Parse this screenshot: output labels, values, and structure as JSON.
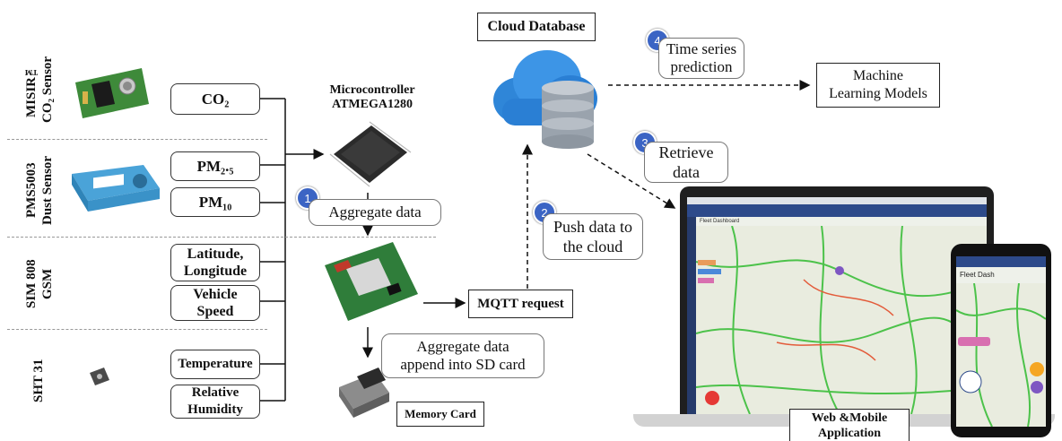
{
  "sensors": {
    "co2": {
      "name_line1": "MISIR™",
      "name_line2": "CO₂ Sensor"
    },
    "dust": {
      "name_line1": "PMS5003",
      "name_line2": "Dust Sensor"
    },
    "gsm": {
      "name_line1": "SIM 808",
      "name_line2": "GSM"
    },
    "sht": {
      "name_line1": "SHT 31"
    }
  },
  "readings": {
    "co2": "CO₂",
    "pm25": "PM₂.₅",
    "pm10": "PM₁₀",
    "latlong_line1": "Latitude,",
    "latlong_line2": "Longitude",
    "vehicle_line1": "Vehicle",
    "vehicle_line2": "Speed",
    "temperature": "Temperature",
    "humidity_line1": "Relative",
    "humidity_line2": "Humidity"
  },
  "microcontroller": {
    "line1": "Microcontroller",
    "line2": "ATMEGA1280"
  },
  "aggregate": "Aggregate data",
  "mqtt": "MQTT request",
  "sd": {
    "line1": "Aggregate data",
    "line2": "append into SD card"
  },
  "memory_card": "Memory Card",
  "cloud": {
    "title": "Cloud Database"
  },
  "steps": {
    "s1": "1",
    "s2": "2",
    "s3": "3",
    "s4": "4",
    "push_line1": "Push data to",
    "push_line2": "the cloud",
    "retrieve_line1": "Retrieve",
    "retrieve_line2": "data",
    "ts_line1": "Time series",
    "ts_line2": "prediction"
  },
  "ml": {
    "line1": "Machine",
    "line2": "Learning Models"
  },
  "app": {
    "line1": "Web &Mobile",
    "line2": "Application"
  },
  "dashboard": {
    "title": "Fleet Dashboard",
    "phone_title": "Fleet Dash"
  },
  "colors": {
    "badge": "#3b64c4",
    "laptop_bar": "#2d4a8a",
    "cloud": "#2a7fd4",
    "pcb": "#2f7d3a"
  }
}
